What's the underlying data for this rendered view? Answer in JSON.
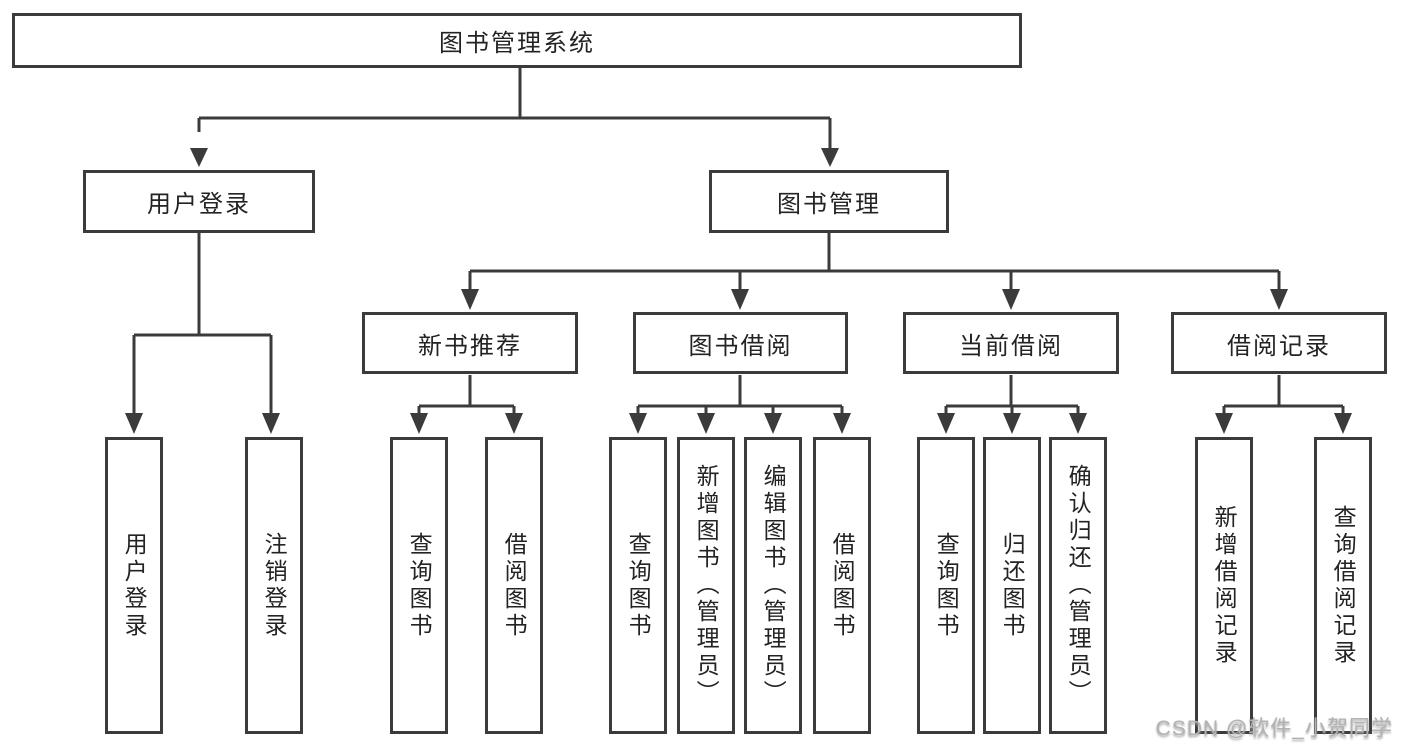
{
  "diagram": {
    "root": {
      "label": "图书管理系统"
    },
    "level2": [
      {
        "label": "用户登录"
      },
      {
        "label": "图书管理"
      }
    ],
    "level3": [
      {
        "label": "新书推荐"
      },
      {
        "label": "图书借阅"
      },
      {
        "label": "当前借阅"
      },
      {
        "label": "借阅记录"
      }
    ],
    "leaves": {
      "user_login": [
        "用户登录",
        "注销登录"
      ],
      "new_book_recommend": [
        "查询图书",
        "借阅图书"
      ],
      "book_borrow": [
        "查询图书",
        "新增图书（管理员）",
        "编辑图书（管理员）",
        "借阅图书"
      ],
      "current_borrow": [
        "查询图书",
        "归还图书",
        "确认归还（管理员）"
      ],
      "borrow_records": [
        "新增借阅记录",
        "查询借阅记录"
      ]
    }
  },
  "watermark": "CSDN @软件_小贺同学",
  "colors": {
    "line": "#3b3b3b",
    "text": "#232323",
    "watermark": "#b3b3b3",
    "background": "#ffffff"
  }
}
